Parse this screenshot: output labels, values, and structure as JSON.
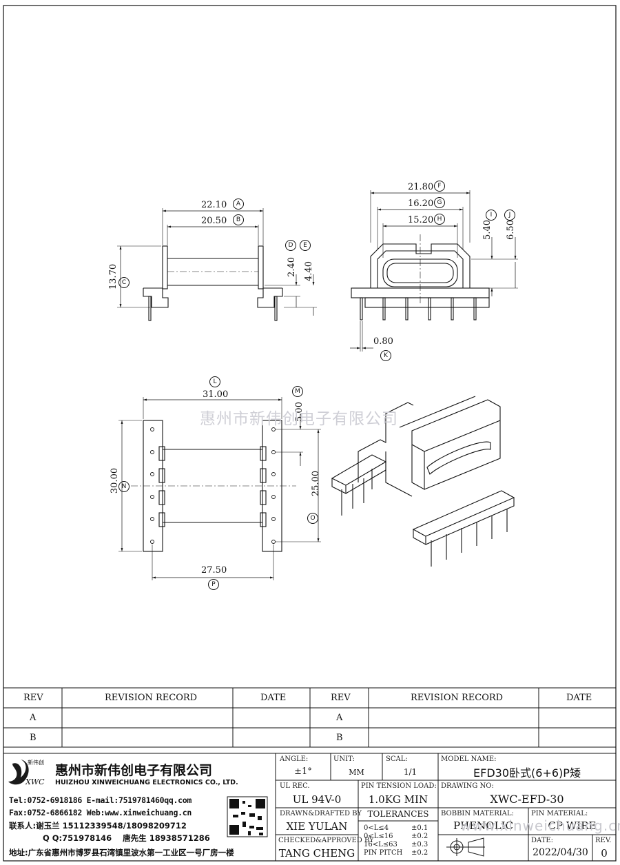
{
  "watermark": "惠州市新伟创电子有限公司",
  "watermark_url": "www.xinweichuang.cn",
  "dimensions": {
    "a": "22.10",
    "b": "20.50",
    "c": "13.70",
    "d": "2.40",
    "e": "4.40",
    "f": "21.80",
    "g": "16.20",
    "h": "15.20",
    "i": "5.40",
    "j": "6.50",
    "k": "0.80",
    "l": "31.00",
    "m": "5.00",
    "n": "30.00",
    "o": "25.00",
    "p": "27.50"
  },
  "markers": {
    "a": "A",
    "b": "B",
    "c": "C",
    "d": "D",
    "e": "E",
    "f": "F",
    "g": "G",
    "h": "H",
    "i": "I",
    "j": "J",
    "k": "K",
    "l": "L",
    "m": "M",
    "n": "N",
    "o": "O",
    "p": "P"
  },
  "revision_table": {
    "headers": [
      "REV",
      "REVISION RECORD",
      "DATE",
      "REV",
      "REVISION RECORD",
      "DATE"
    ],
    "rows": [
      [
        "A",
        "",
        "",
        "A",
        "",
        ""
      ],
      [
        "B",
        "",
        "",
        "B",
        "",
        ""
      ]
    ]
  },
  "company": {
    "logo_text": "XWC",
    "logo_small": "新伟创",
    "name_cn": "惠州市新伟创电子有限公司",
    "name_en": "HUIZHOU XINWEICHUANG ELECTRONICS CO., LTD.",
    "tel_email": "Tel:0752-6918186 E-mail:7519781460qq.com",
    "fax_web": "Fax:0752-6866182 Web:www.xinweichuang.cn",
    "contact": "联系人:谢玉兰 15112339548/18098209712",
    "qq": "Q Q:751978146    唐先生 18938571286",
    "address": "地址:广东省惠州市博罗县石湾镇里波水第一工业区一号厂房一楼"
  },
  "title_block": {
    "angle_label": "ANGLE:",
    "angle_value": "±1°",
    "unit_label": "UNIT:",
    "unit_value": "MM",
    "scale_label": "SCAL:",
    "scale_value": "1/1",
    "model_label": "MODEL NAME:",
    "model_value": "EFD30卧式(6+6)P矮",
    "ul_label": "UL REC.",
    "ul_value": "UL 94V-0",
    "pin_tension_label": "PIN TENSION LOAD:",
    "pin_tension_value": "1.0KG MIN",
    "drawing_label": "DRAWING NO:",
    "drawing_value": "XWC-EFD-30",
    "drawn_label": "DRAWN&DRAFTED BY",
    "drawn_value": "XIE YULAN",
    "tolerances_label": "TOLERANCES",
    "tolerance_rows": [
      [
        "0<L≤4",
        "±0.1"
      ],
      [
        "0<L≤16",
        "±0.2"
      ],
      [
        "16<L≤63",
        "±0.3"
      ],
      [
        "PIN PITCH",
        "±0.2"
      ]
    ],
    "bobbin_label": "BOBBIN MATERIAL:",
    "bobbin_value": "PHENOLIC",
    "pin_mat_label": "PIN MATERIAL:",
    "pin_mat_value": "CP WIRE",
    "checked_label": "CHECKED&APPROVED BY",
    "checked_value": "TANG CHENG",
    "date_label": "DATE:",
    "date_value": "2022/04/30",
    "rev_label": "REV.",
    "rev_value": "0"
  }
}
